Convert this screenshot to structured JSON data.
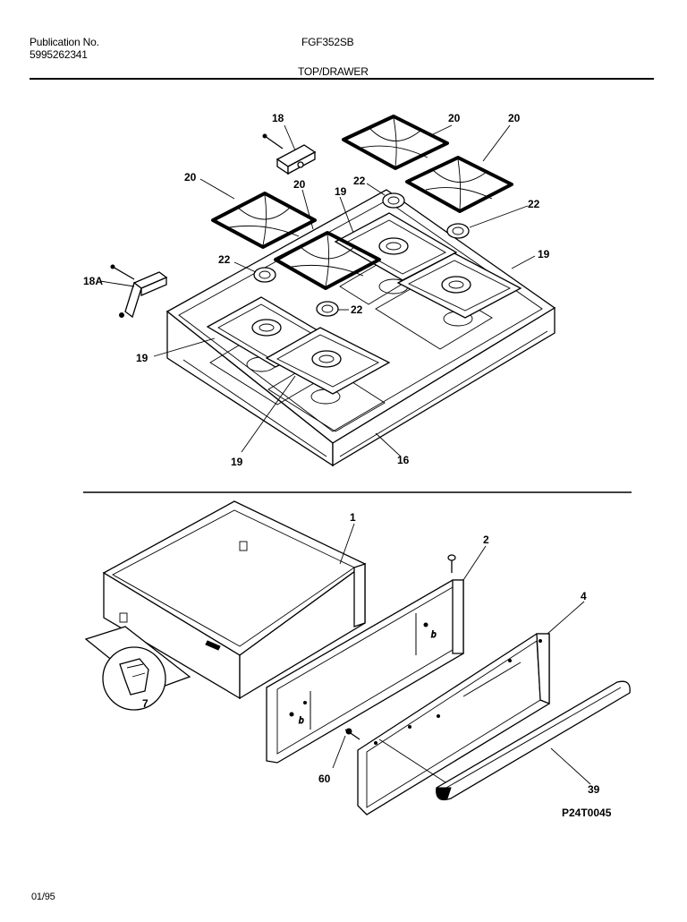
{
  "header": {
    "publication_label": "Publication No.",
    "publication_number": "5995262341",
    "model": "FGF352SB",
    "section_title": "TOP/DRAWER"
  },
  "callouts": {
    "c18": "18",
    "c18A": "18A",
    "c20a": "20",
    "c20b": "20",
    "c20c": "20",
    "c20d": "20",
    "c22a": "22",
    "c22b": "22",
    "c22c": "22",
    "c22d": "22",
    "c19a": "19",
    "c19b": "19",
    "c19c": "19",
    "c19d": "19",
    "c16": "16",
    "c1": "1",
    "c2": "2",
    "c4": "4",
    "c7": "7",
    "c60": "60",
    "c39": "39"
  },
  "figure_code": "P24T0045",
  "footer": {
    "date_code": "01/95"
  }
}
